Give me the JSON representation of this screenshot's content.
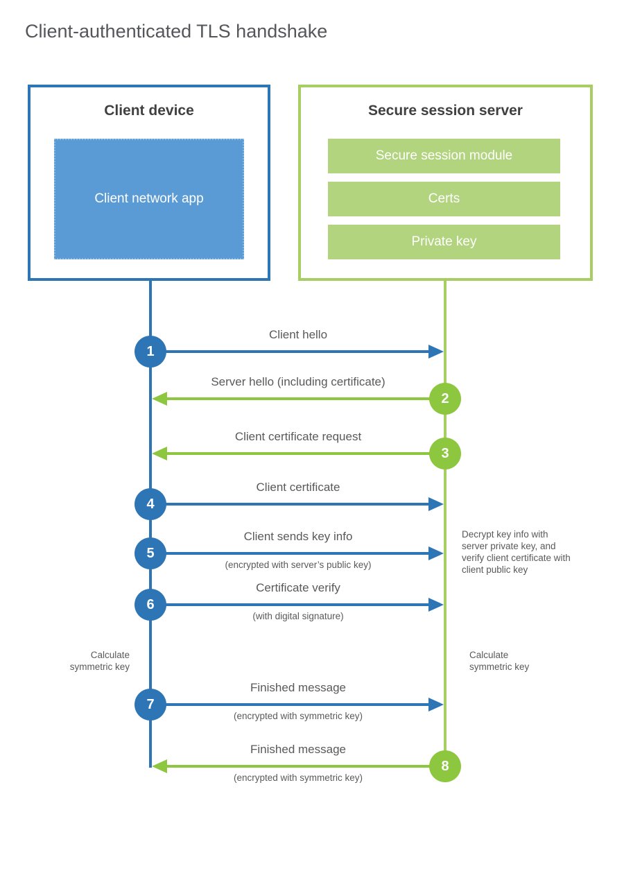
{
  "title": "Client-authenticated TLS handshake",
  "client": {
    "title": "Client device",
    "app": "Client network app"
  },
  "server": {
    "title": "Secure session server",
    "modules": [
      "Secure session module",
      "Certs",
      "Private key"
    ]
  },
  "steps": [
    {
      "num": "1",
      "from": "client",
      "label": "Client hello",
      "sub": ""
    },
    {
      "num": "2",
      "from": "server",
      "label": "Server hello (including certificate)",
      "sub": ""
    },
    {
      "num": "3",
      "from": "server",
      "label": "Client certificate request",
      "sub": ""
    },
    {
      "num": "4",
      "from": "client",
      "label": "Client certificate",
      "sub": ""
    },
    {
      "num": "5",
      "from": "client",
      "label": "Client sends key info",
      "sub": "(encrypted with server’s public key)"
    },
    {
      "num": "6",
      "from": "client",
      "label": "Certificate verify",
      "sub": "(with digital signature)"
    },
    {
      "num": "7",
      "from": "client",
      "label": "Finished message",
      "sub": "(encrypted with symmetric key)"
    },
    {
      "num": "8",
      "from": "server",
      "label": "Finished message",
      "sub": "(encrypted with symmetric key)"
    }
  ],
  "notes": {
    "decrypt": "Decrypt key info with server private key, and verify client certificate with client public key",
    "calc_left": "Calculate symmetric key",
    "calc_right": "Calculate symmetric key"
  },
  "colors": {
    "blue": "#2e75b6",
    "blue_fill": "#5b9bd5",
    "green_strong": "#8dc63f",
    "green_light": "#a6ce63",
    "green_bar": "#b2d47e",
    "label_text": "#595959",
    "heading_text": "#404040"
  }
}
